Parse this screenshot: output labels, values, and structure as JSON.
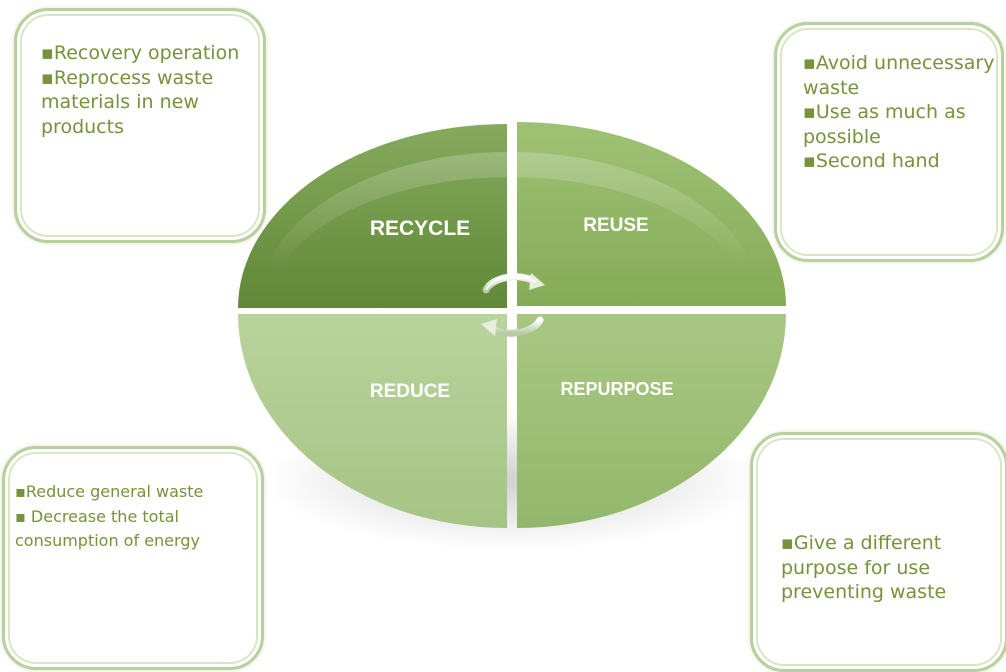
{
  "diagram": {
    "quadrants": [
      {
        "id": "recycle",
        "label": "RECYCLE",
        "color": "#6b9143"
      },
      {
        "id": "reuse",
        "label": "REUSE",
        "color": "#8db263"
      },
      {
        "id": "reduce",
        "label": "REDUCE",
        "color": "#adc98d"
      },
      {
        "id": "repurpose",
        "label": "REPURPOSE",
        "color": "#9dbe76"
      }
    ],
    "center_icon": "circular-arrows-icon"
  },
  "notes": {
    "recycle": {
      "bullet": "▪",
      "items": [
        "Recovery operation",
        "Reprocess waste materials in new products"
      ]
    },
    "reuse": {
      "bullet": "▪",
      "items": [
        "Avoid unnecessary waste",
        "Use as much as possible",
        "Second hand"
      ]
    },
    "reduce": {
      "bullet": "▪",
      "items": [
        "Reduce general waste",
        " Decrease the total consumption of energy"
      ]
    },
    "repurpose": {
      "bullet": "▪",
      "items": [
        "Give a different purpose for use preventing waste"
      ]
    }
  },
  "colors": {
    "note_border": "#b9cf9c",
    "note_text": "#76923c",
    "label_text": "#ffffff"
  }
}
